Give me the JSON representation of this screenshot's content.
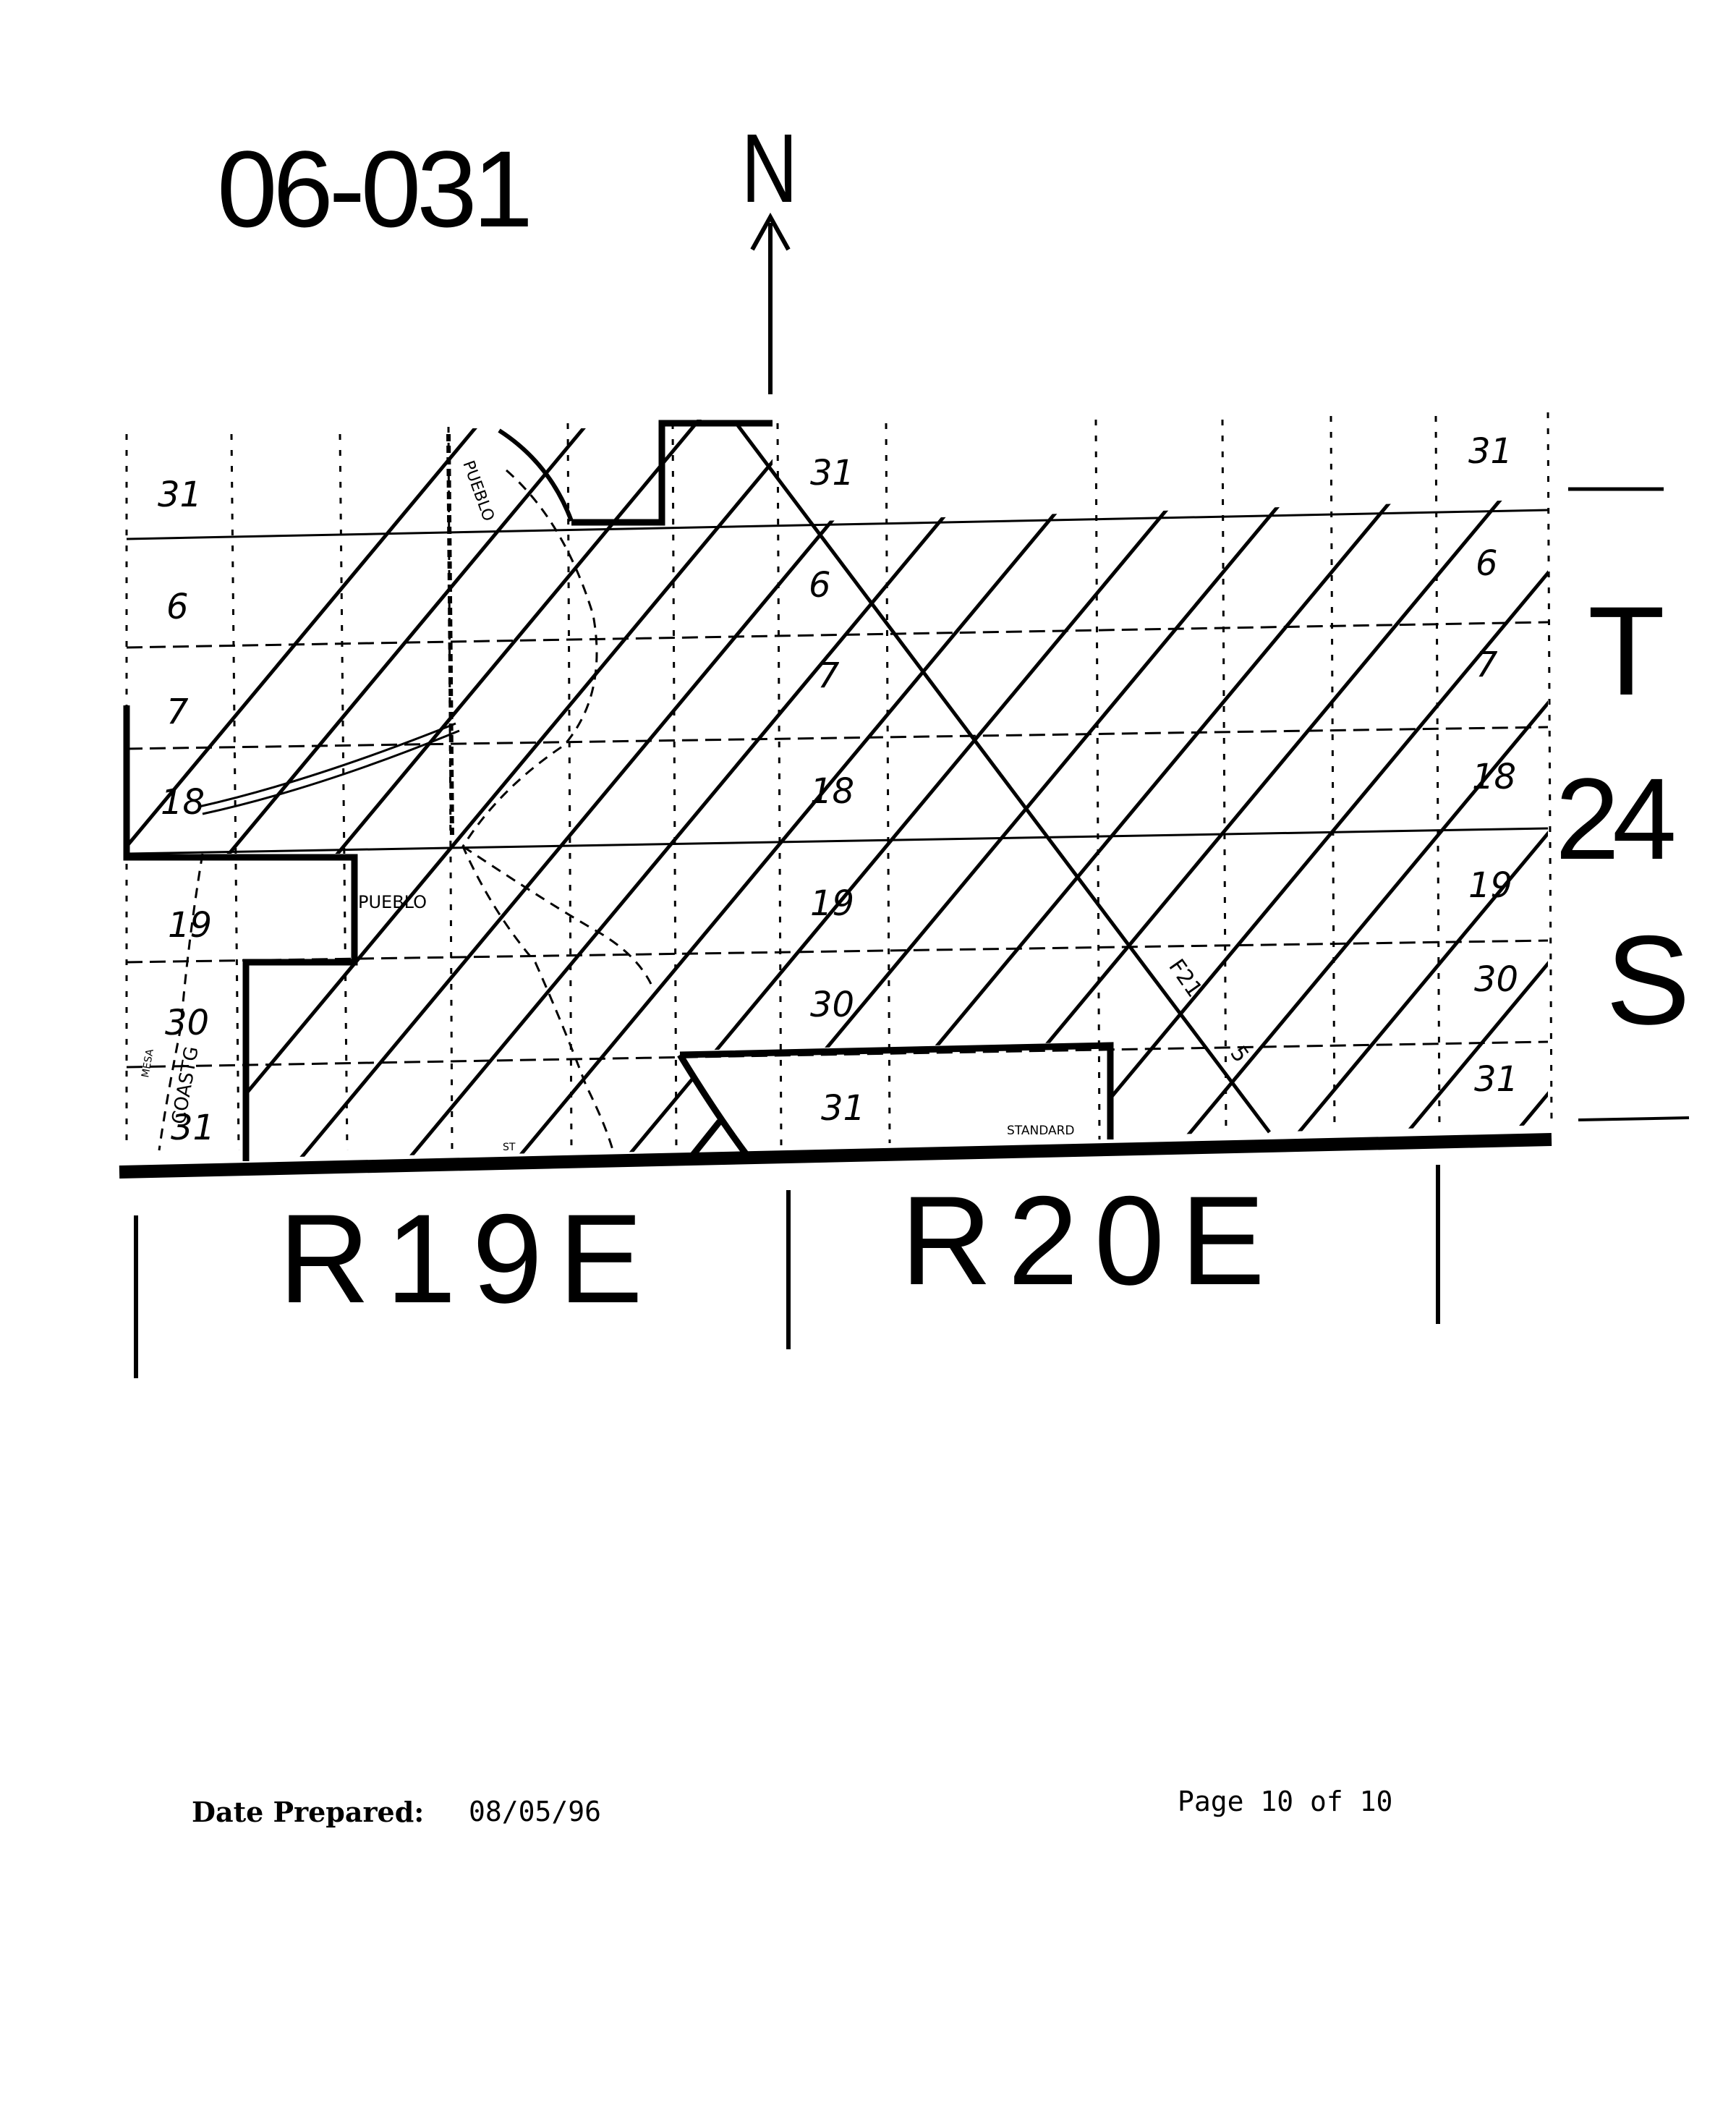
{
  "map_id": "06-031",
  "north_label": "N",
  "township": {
    "letter_t": "T",
    "number": "24",
    "letter_s": "S"
  },
  "ranges": [
    "R19E",
    "R20E"
  ],
  "sections_left": [
    "31",
    "6",
    "7",
    "18",
    "19",
    "30",
    "31"
  ],
  "sections_mid": [
    "31",
    "6",
    "7",
    "18",
    "19",
    "30",
    "31"
  ],
  "sections_right": [
    "31",
    "6",
    "7",
    "18",
    "19",
    "30",
    "31"
  ],
  "map_labels": {
    "standard": "STANDARD",
    "road_label": "F21",
    "road_number": "5",
    "coast": "COASTG",
    "pueblo": "PUEBLO",
    "pueblo_north": "PUEBLO",
    "mesa": "MESA",
    "st": "ST"
  },
  "footer": {
    "date_label": "Date Prepared:",
    "date_value": "08/05/96",
    "page": "Page 10 of 10"
  }
}
